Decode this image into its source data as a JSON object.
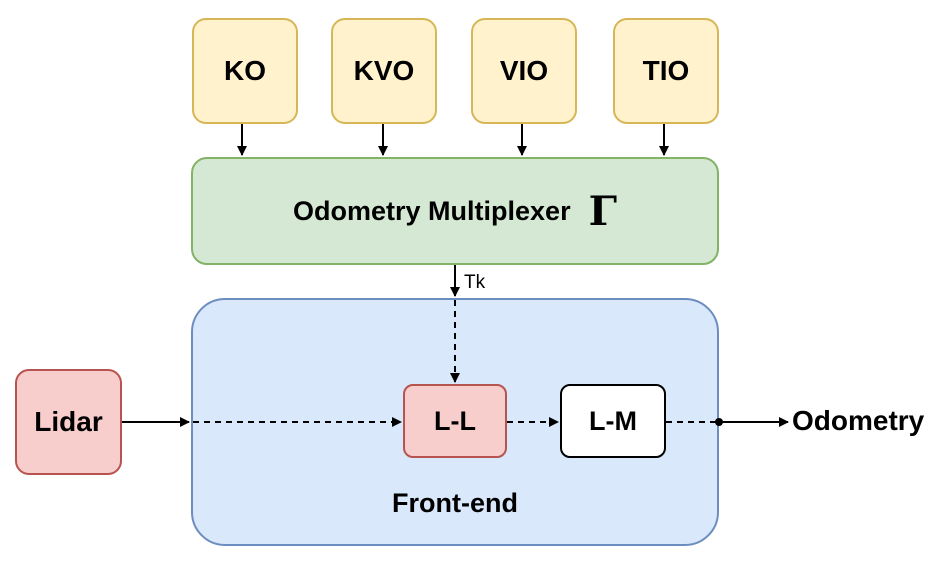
{
  "sources": {
    "ko": "KO",
    "kvo": "KVO",
    "vio": "VIO",
    "tio": "TIO"
  },
  "multiplexer": {
    "label": "Odometry Multiplexer",
    "symbol": "Γ"
  },
  "transform_label": "Tk",
  "frontend": {
    "label": "Front-end",
    "ll": "L-L",
    "lm": "L-M"
  },
  "input": "Lidar",
  "output": "Odometry",
  "colors": {
    "source_fill": "#fff2cc",
    "source_stroke": "#d6b656",
    "mux_fill": "#d5e8d4",
    "mux_stroke": "#82b366",
    "frontend_fill": "#dae8fc",
    "frontend_stroke": "#6c8ebf",
    "red_fill": "#f8cecc",
    "red_stroke": "#b85450"
  }
}
